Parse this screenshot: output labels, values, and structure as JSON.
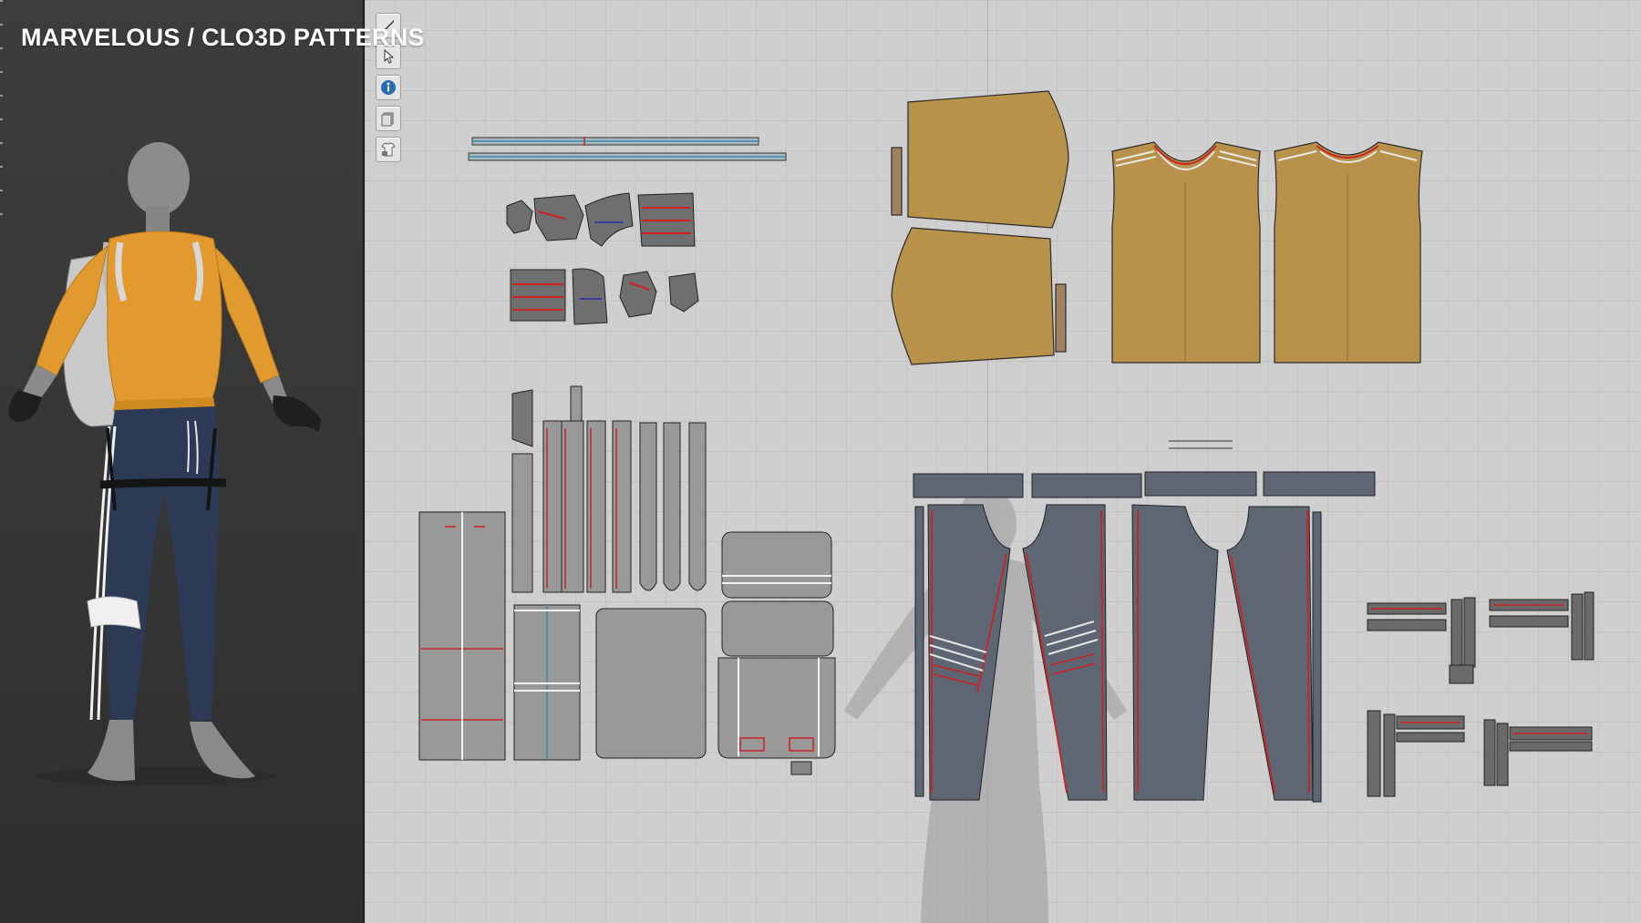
{
  "app": {
    "title": "MARVELOUS / CLO3D PATTERNS"
  },
  "toolbar": {
    "tools": [
      {
        "name": "select-move-tool",
        "icon": "pen-arrow-icon"
      },
      {
        "name": "transform-tool",
        "icon": "cursor-icon"
      },
      {
        "name": "info-tool",
        "icon": "info-icon"
      },
      {
        "name": "pattern-layer-tool",
        "icon": "layers-icon"
      },
      {
        "name": "avatar-lock-tool",
        "icon": "shirt-lock-icon"
      }
    ]
  },
  "colors": {
    "viewport_bg": "#3a3a3a",
    "grid_bg": "#cfcfcf",
    "sweater_fabric": "#b8924a",
    "sweater_3d": "#e29a2e",
    "pants_fabric": "#5e6673",
    "pants_3d": "#2c3a55",
    "bag_fabric": "#999999",
    "seam_red": "#cc2222",
    "seam_blue": "#3a8ab0",
    "avatar_silhouette": "#9a9a9a"
  }
}
